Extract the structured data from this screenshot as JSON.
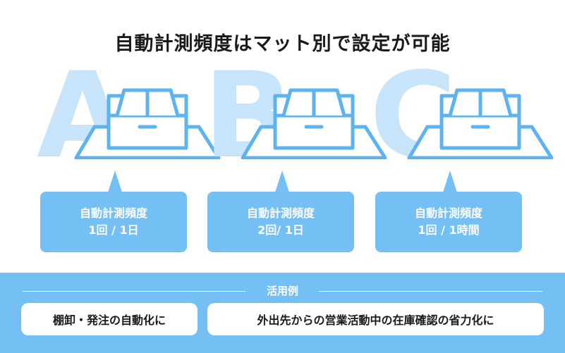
{
  "title": "自動計測頻度はマット別で設定が可能",
  "mats": [
    {
      "letter": "A",
      "label": "自動計測頻度",
      "frequency": "1回 / 1日"
    },
    {
      "letter": "B",
      "label": "自動計測頻度",
      "frequency": "2回/ 1日"
    },
    {
      "letter": "C",
      "label": "自動計測頻度",
      "frequency": "1回 / 1時間"
    }
  ],
  "use_cases": {
    "heading": "活用例",
    "items": [
      "棚卸・発注の自動化に",
      "外出先からの営業活動中の在庫確認の省力化に"
    ]
  },
  "colors": {
    "accent": "#74bff4",
    "letter": "#c8e4fb",
    "icon_stroke": "#5cb3f0",
    "title": "#1a1a1a"
  },
  "icons": [
    "box-on-mat-icon"
  ]
}
